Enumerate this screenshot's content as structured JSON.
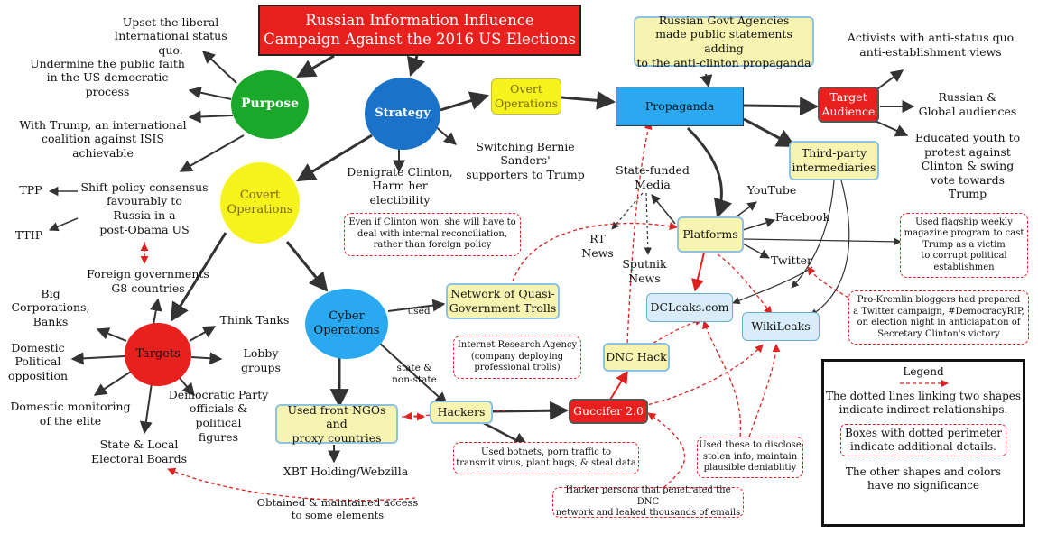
{
  "title": "Russian Information Influence\nCampaign Against the 2016 US Elections",
  "nodes": {
    "purpose": "Purpose",
    "strategy": "Strategy",
    "overt_operations": "Overt\nOperations",
    "propaganda": "Propaganda",
    "target_audience": "Target\nAudience",
    "russian_govt": "Russian Govt Agencies\nmade public statements adding\nto the anti-clinton propaganda",
    "third_party": "Third-party\nintermediaries",
    "covert_operations": "Covert\nOperations",
    "cyber_operations": "Cyber\nOperations",
    "targets": "Targets",
    "platforms": "Platforms",
    "dcleaks": "DCLeaks.com",
    "wikileaks": "WikiLeaks",
    "dnc_hack": "DNC Hack",
    "guccifer": "Guccifer 2.0",
    "hackers": "Hackers",
    "quasi_trolls": "Network of Quasi-\nGovernment Trolls",
    "front_ngos": "Used front NGOs and\nproxy countries"
  },
  "labels": {
    "upset": "Upset the liberal\nInternational status quo.",
    "undermine": "Undermine the public faith\nin the US democratic process",
    "trump_isis": "With Trump, an international\ncoalition against ISIS achievable",
    "shift_policy": "Shift policy consensus\nfavourably to\nRussia in a\npost-Obama US",
    "tpp": "TPP",
    "ttip": "TTIP",
    "switching": "Switching Bernie Sanders'\nsupporters to Trump",
    "denigrate": "Denigrate Clinton,\nHarm her electibility",
    "activists": "Activists with anti-status quo\nanti-establishment views",
    "russian_global": "Russian &\nGlobal audiences",
    "educated_youth": "Educated youth to\nprotest against\nClinton & swing\nvote towards Trump",
    "state_funded": "State-funded\nMedia",
    "rt_news": "RT\nNews",
    "sputnik_news": "Sputnik\nNews",
    "youtube": "YouTube",
    "facebook": "Facebook",
    "twitter": "Twitter",
    "foreign_govts": "Foreign governments\nG8 countries",
    "big_corps": "Big Corporations,\nBanks",
    "think_tanks": "Think Tanks",
    "domestic_political": "Domestic\nPolitical\nopposition",
    "lobby_groups": "Lobby groups",
    "domestic_monitoring": "Domestic monitoring\nof the elite",
    "democratic_party": "Democratic Party\nofficials & political\nfigures",
    "state_local": "State & Local\nElectoral Boards",
    "used": "used",
    "state_nonstate": "state &\nnon-state",
    "xbt": "XBT Holding/Webzilla",
    "obtained": "Obtained & maintained access\nto some elements"
  },
  "notes": {
    "clinton_won": "Even if Clinton won, she will have to\ndeal with internal reconciliation,\nrather than foreign policy",
    "ira": "Internet Research Agency\n(company deploying\nprofessional trolls)",
    "botnets": "Used botnets, porn traffic to\ntransmit virus, plant bugs, & steal data",
    "hacker_persona": "Hacker persona that penetrated the DNC\nnetwork and leaked thousands of emails",
    "disclose": "Used these to disclose\nstolen info,  maintain\nplausible deniablitiy",
    "flagship": "Used flagship weekly\nmagazine program  to cast\nTrump as a victim\nto corrupt political\nestablishmen",
    "pro_kremlin": "Pro-Kremlin bloggers had prepared\na Twitter campaign, #DemocracyRIP,\non election night in anticiapation of\nSecretary Clinton's victory"
  },
  "legend": {
    "title": "Legend",
    "dotted_lines": "The dotted lines linking two shapes\nindicate indirect relationships.",
    "dotted_boxes": "Boxes with dotted perimeter\nindicate  additional details.",
    "other_shapes": "The other shapes and colors\nhave no significance"
  },
  "colors": {
    "red": "#e8201e",
    "green": "#19a829",
    "blue": "#1b73c9",
    "yellow": "#f5f21c",
    "light_blue": "#2aa9f0",
    "dotted_red": "#d22222",
    "edge": "#333333"
  }
}
